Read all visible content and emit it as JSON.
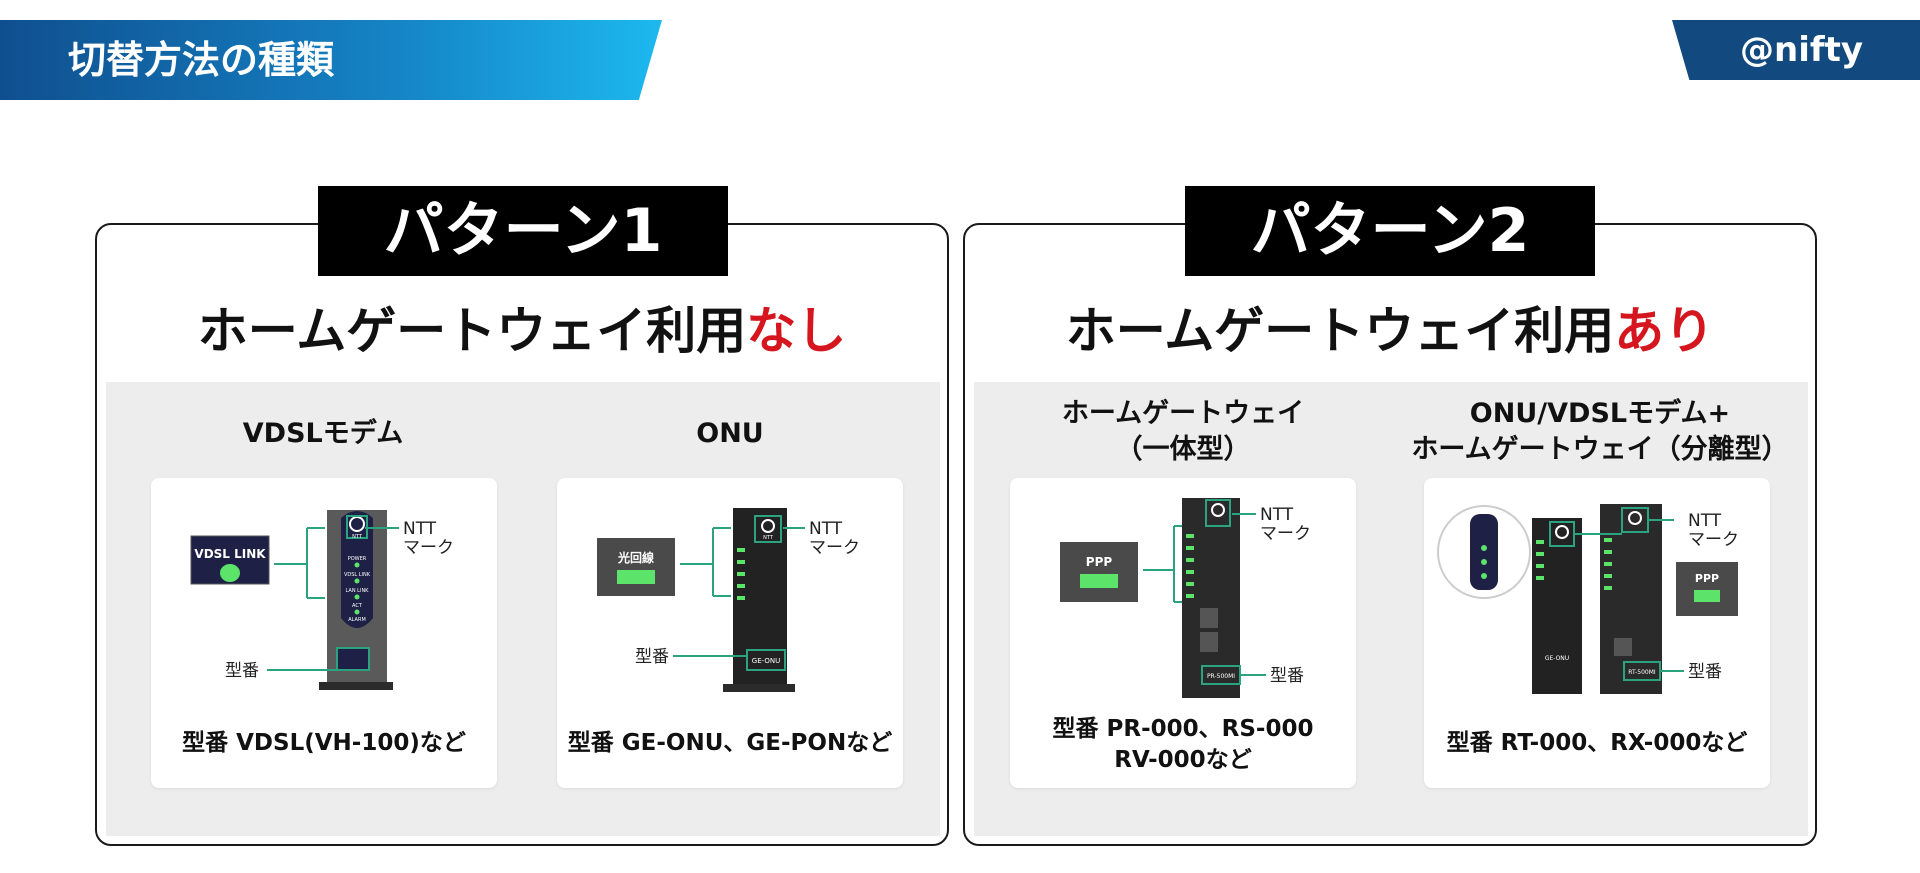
{
  "header": {
    "title": "切替方法の種類",
    "brand": "@nifty"
  },
  "patterns": [
    {
      "tag": "パターン1",
      "subtitle_main": "ホームゲートウェイ利用",
      "subtitle_accent": "なし",
      "devices": [
        {
          "title": "VDSLモデム",
          "lamp_label": "VDSL LINK",
          "ntt_label_1": "NTT",
          "ntt_label_2": "マーク",
          "model_label": "型番",
          "caption_1": "型番 VDSL(VH-100)など",
          "device_labels": [
            "POWER",
            "VDSL LINK",
            "LAN LINK",
            "ACT",
            "ALARM"
          ]
        },
        {
          "title": "ONU",
          "lamp_label": "光回線",
          "ntt_label_1": "NTT",
          "ntt_label_2": "マーク",
          "model_label": "型番",
          "model_plate": "GE-ONU",
          "caption_1": "型番 GE-ONU、GE-PONなど"
        }
      ]
    },
    {
      "tag": "パターン2",
      "subtitle_main": "ホームゲートウェイ利用",
      "subtitle_accent": "あり",
      "devices": [
        {
          "title_1": "ホームゲートウェイ",
          "title_2": "（一体型）",
          "lamp_label": "PPP",
          "ntt_label_1": "NTT",
          "ntt_label_2": "マーク",
          "model_label": "型番",
          "model_plate": "PR-500MI",
          "caption_1": "型番 PR-000、RS-000",
          "caption_2": "RV-000など"
        },
        {
          "title_1": "ONU/VDSLモデム+",
          "title_2": "ホームゲートウェイ（分離型）",
          "lamp_label": "PPP",
          "ntt_label_1": "NTT",
          "ntt_label_2": "マーク",
          "model_label": "型番",
          "model_plate": "RT-500MI",
          "onu_plate": "GE-ONU",
          "caption_1": "型番 RT-000、RX-000など"
        }
      ]
    }
  ],
  "colors": {
    "accent_red": "#d6161e",
    "teal_line": "#2aa37e",
    "lamp_green": "#5be36a",
    "header_blue": "#1584c6",
    "brand_navy": "#12497f"
  }
}
